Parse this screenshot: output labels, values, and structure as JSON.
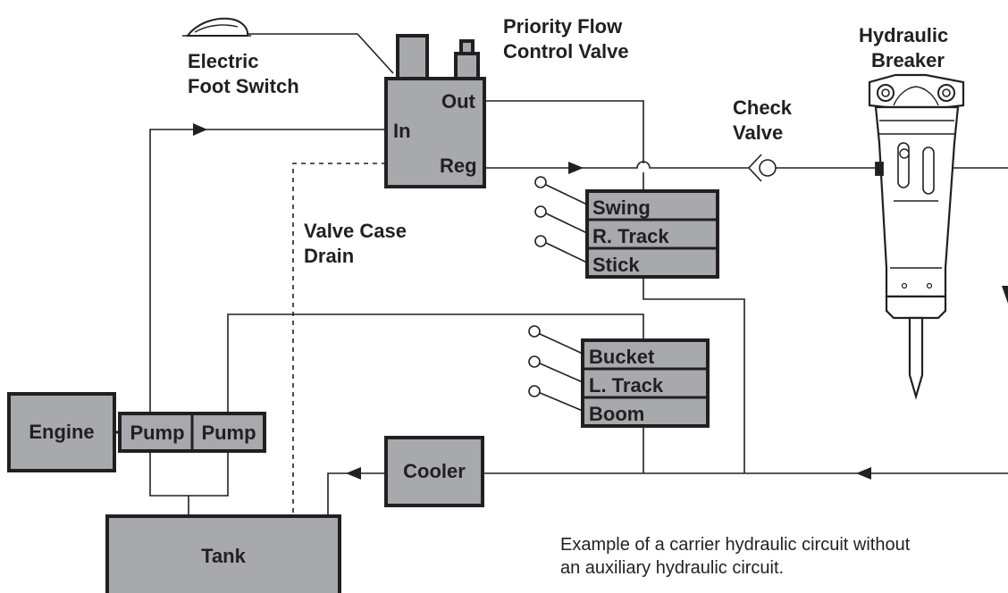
{
  "labels": {
    "foot_switch": [
      "Electric",
      "Foot Switch"
    ],
    "priority_valve": [
      "Priority Flow",
      "Control Valve"
    ],
    "breaker": [
      "Hydraulic",
      "Breaker"
    ],
    "check_valve": [
      "Check",
      "Valve"
    ],
    "case_drain": [
      "Valve Case",
      "Drain"
    ]
  },
  "ports": {
    "out": "Out",
    "in": "In",
    "reg": "Reg"
  },
  "valve_group_1": [
    "Swing",
    "R. Track",
    "Stick"
  ],
  "valve_group_2": [
    "Bucket",
    "L. Track",
    "Boom"
  ],
  "components": {
    "engine": "Engine",
    "pump_1": "Pump",
    "pump_2": "Pump",
    "cooler": "Cooler",
    "tank": "Tank"
  },
  "caption": [
    "Example of a carrier hydraulic circuit without",
    "an auxiliary hydraulic circuit."
  ],
  "colors": {
    "fill": "#a7a9ac",
    "stroke": "#231f20",
    "background": "#ffffff"
  }
}
